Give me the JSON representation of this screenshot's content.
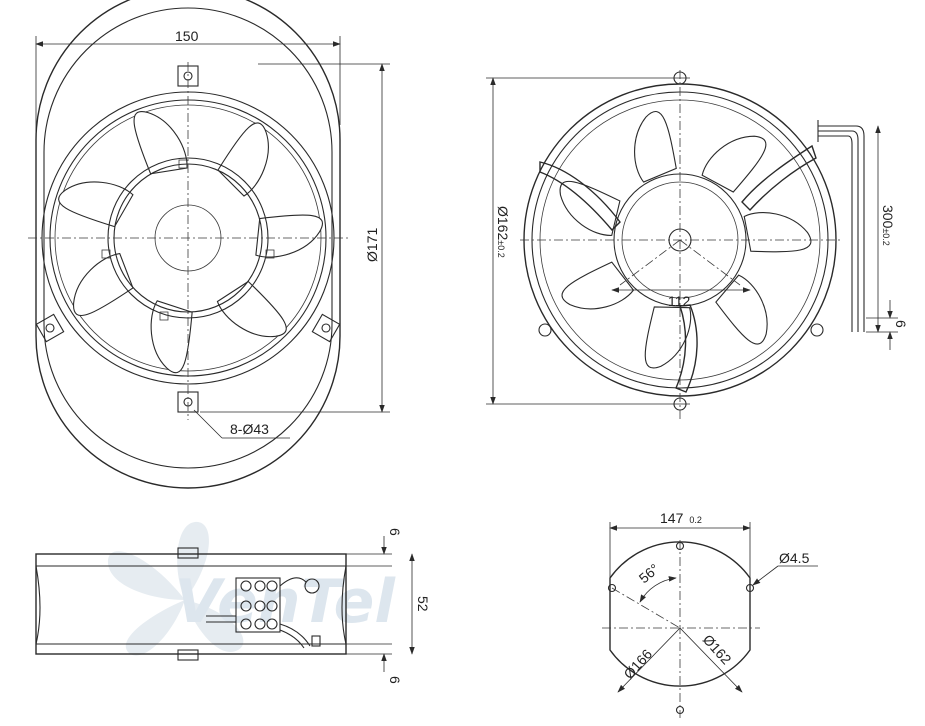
{
  "front_view": {
    "width_label": "150",
    "height_label": "Ø171",
    "holes_label": "8-Ø43"
  },
  "rear_view": {
    "diameter_label": "Ø162",
    "diameter_tol": "±0.2",
    "spacing_label": "112",
    "lead_length_label": "300",
    "lead_length_tol": "±0.2",
    "lead_strip_label": "6"
  },
  "side_view": {
    "top_flange_label": "6",
    "height_label": "52",
    "bottom_flange_label": "6"
  },
  "mount_view": {
    "width_label": "147",
    "width_tol": "0.2",
    "angle_label": "56°",
    "hole_label": "Ø4.5",
    "dia1_label": "Ø166",
    "dia2_label": "Ø162"
  },
  "watermark": {
    "text": "VenTel"
  }
}
